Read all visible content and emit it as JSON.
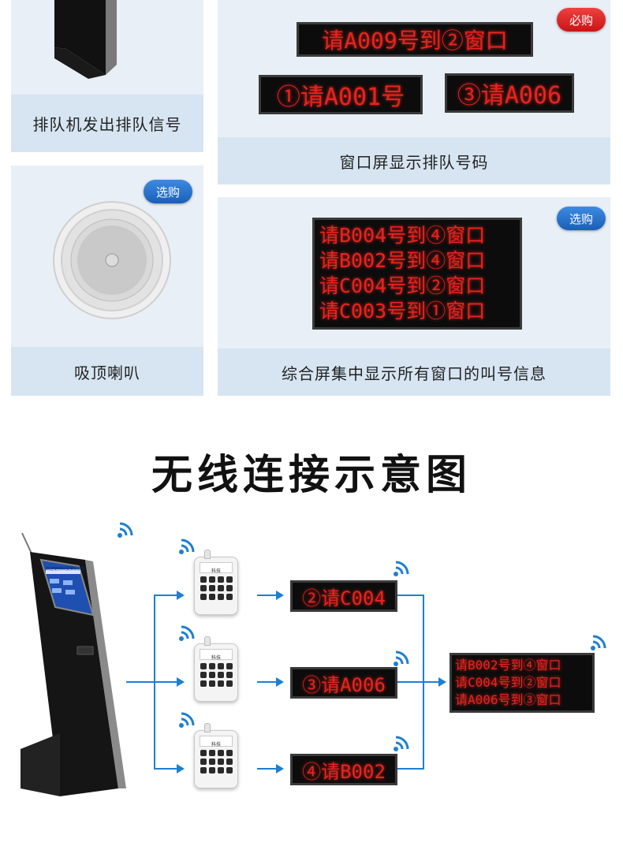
{
  "panels": {
    "kiosk_caption": "排队机发出排队信号",
    "window_caption": "窗口屏显示排队号码",
    "speaker_caption": "吸顶喇叭",
    "combined_caption": "综合屏集中显示所有窗口的叫号信息"
  },
  "badges": {
    "required": "必购",
    "optional_speaker": "选购",
    "optional_combined": "选购"
  },
  "led_top": {
    "window2": "请A009号到②窗口",
    "window1": "①请A001号",
    "window3": "③请A006"
  },
  "led_combined_top": [
    "请B004号到④窗口",
    "请B002号到④窗口",
    "请C004号到②窗口",
    "请C003号到①窗口"
  ],
  "diagram": {
    "title": "无线连接示意图",
    "window_screens": [
      "②请C004",
      "③请A006",
      "④请B002"
    ],
    "combined_screen": [
      "请B002号到④窗口",
      "请C004号到②窗口",
      "请A006号到③窗口"
    ],
    "pager_brand": "科技",
    "kiosk_screen_header": "欢迎使用科技排队系统"
  },
  "colors": {
    "led_red": "#e8231f",
    "arrow_blue": "#1e7fd0",
    "panel_bg": "#e8eff6",
    "caption_bg": "#d7e5f2",
    "badge_red": "#d81e1e",
    "badge_blue": "#1f66c0"
  },
  "icons": [
    "wifi-icon",
    "speaker-image",
    "kiosk-image",
    "pager-image"
  ]
}
